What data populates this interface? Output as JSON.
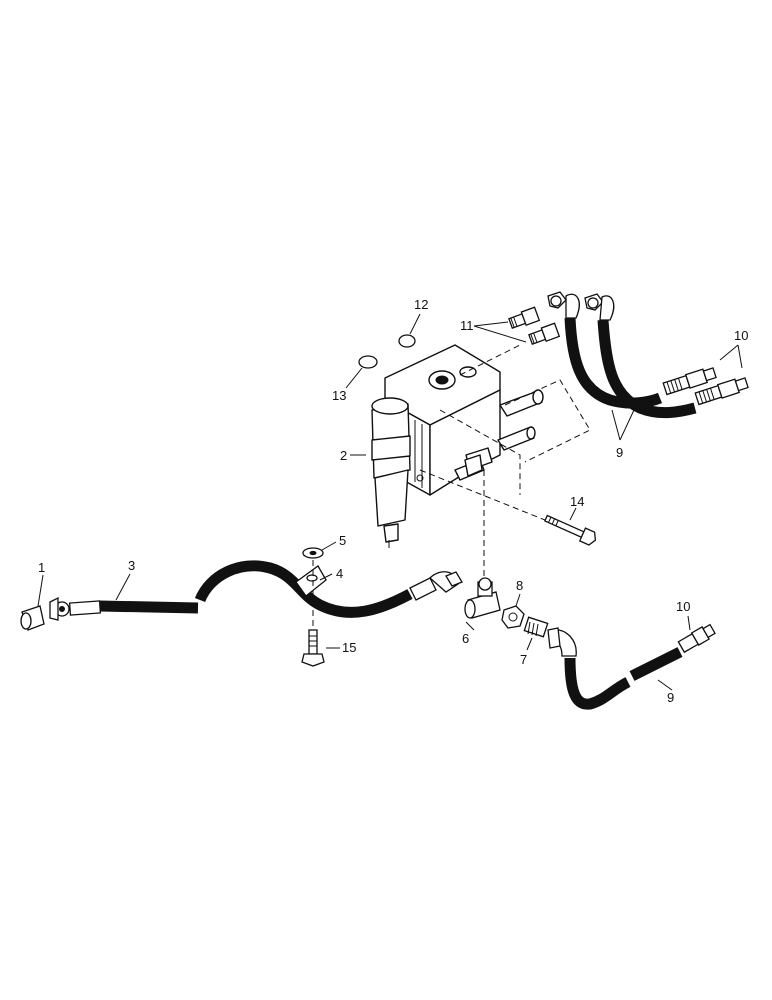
{
  "callouts": {
    "c1": "1",
    "c2": "2",
    "c3": "3",
    "c4": "4",
    "c5": "5",
    "c6": "6",
    "c7": "7",
    "c8": "8",
    "c9a": "9",
    "c9b": "9",
    "c10a": "10",
    "c10b": "10",
    "c11": "11",
    "c12": "12",
    "c13": "13",
    "c14": "14",
    "c15": "15"
  }
}
